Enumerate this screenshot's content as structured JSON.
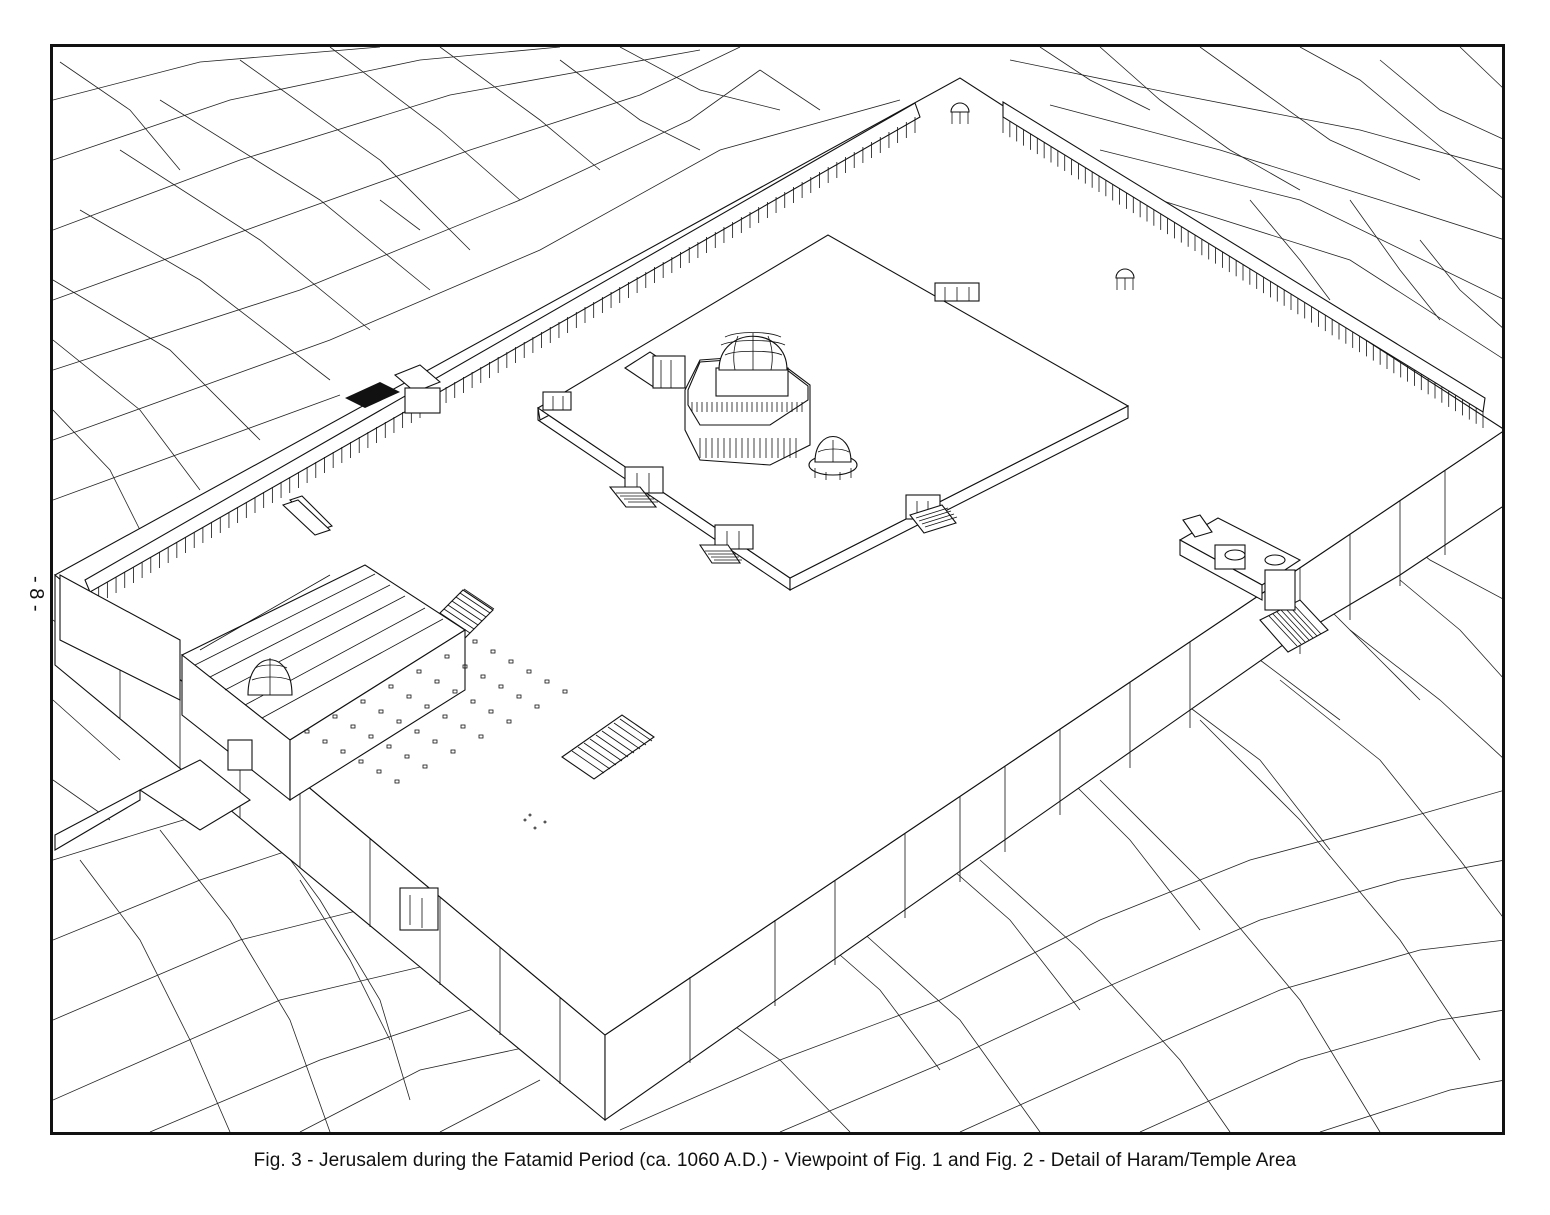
{
  "page": {
    "side_number": "- 8 -"
  },
  "caption": {
    "text": "Fig. 3 - Jerusalem during the Fatamid Period (ca. 1060 A.D.) - Viewpoint of Fig. 1 and Fig. 2 - Detail of Haram/Temple  Area"
  },
  "drawing": {
    "style": "black line drawing on white",
    "elements": [
      "terrain-mesh",
      "haram-platform",
      "colonnade-west",
      "colonnade-north",
      "dome-of-the-rock",
      "dome-of-the-chain",
      "raised-platform",
      "al-aqsa-mosque",
      "golden-gate",
      "staircases",
      "arcades",
      "small-domed-kiosks"
    ]
  }
}
